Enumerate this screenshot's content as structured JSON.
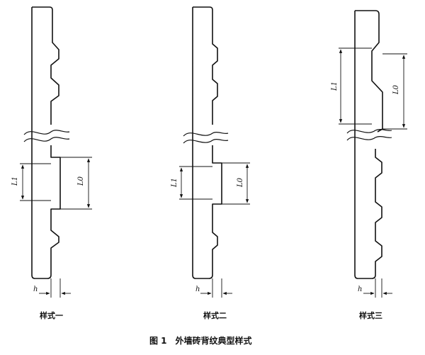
{
  "figure": {
    "title": "图 1　外墙砖背纹典型样式",
    "styles": [
      {
        "caption": "样式一",
        "inner_label": "L1",
        "outer_label": "L0",
        "depth_label": "h"
      },
      {
        "caption": "样式二",
        "inner_label": "L1",
        "outer_label": "L0",
        "depth_label": "h"
      },
      {
        "caption": "样式三",
        "inner_label": "L1",
        "outer_label": "L0",
        "depth_label": "h"
      }
    ]
  }
}
